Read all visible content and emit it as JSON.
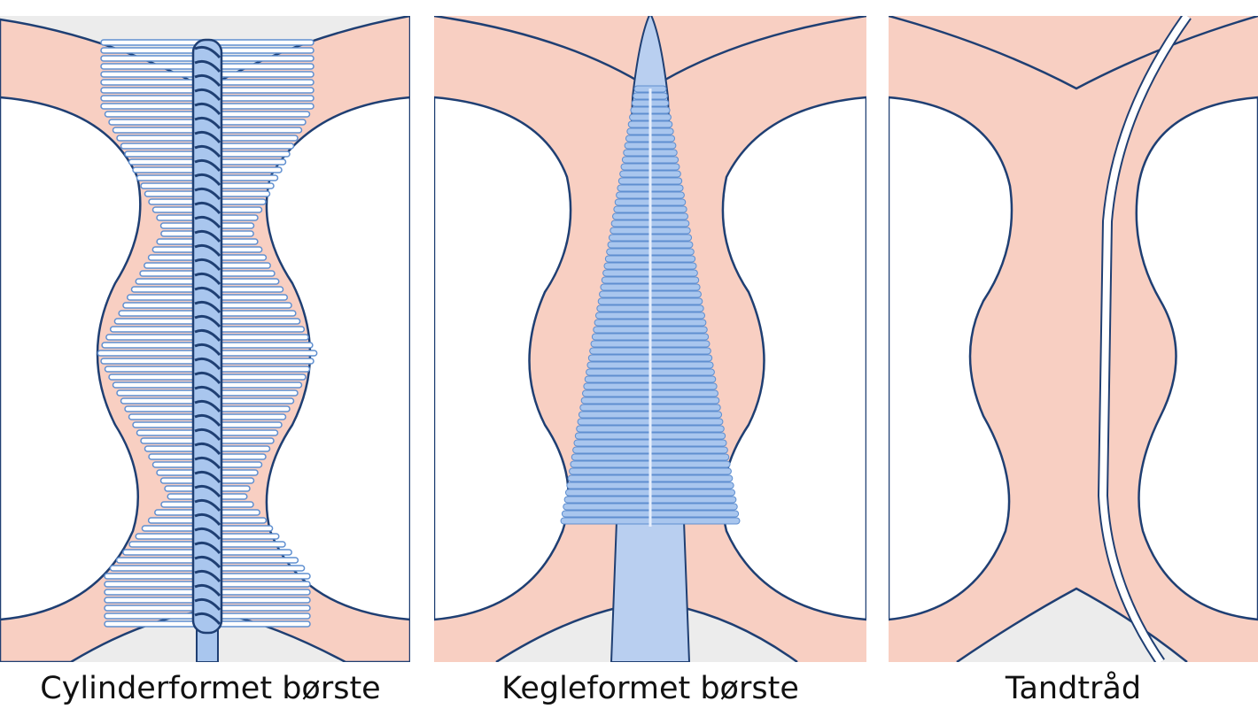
{
  "panels": [
    {
      "label": "Cylinderformet børste",
      "tool": "cylindrical-interdental-brush"
    },
    {
      "label": "Kegleformet børste",
      "tool": "conical-interdental-brush"
    },
    {
      "label": "Tandtråd",
      "tool": "dental-floss"
    }
  ],
  "colors": {
    "gum": "#f8cfc2",
    "outline": "#1f3f73",
    "brush": "#a9c6ee",
    "wire": "#5f8fd0",
    "bottom": "#ececec"
  }
}
